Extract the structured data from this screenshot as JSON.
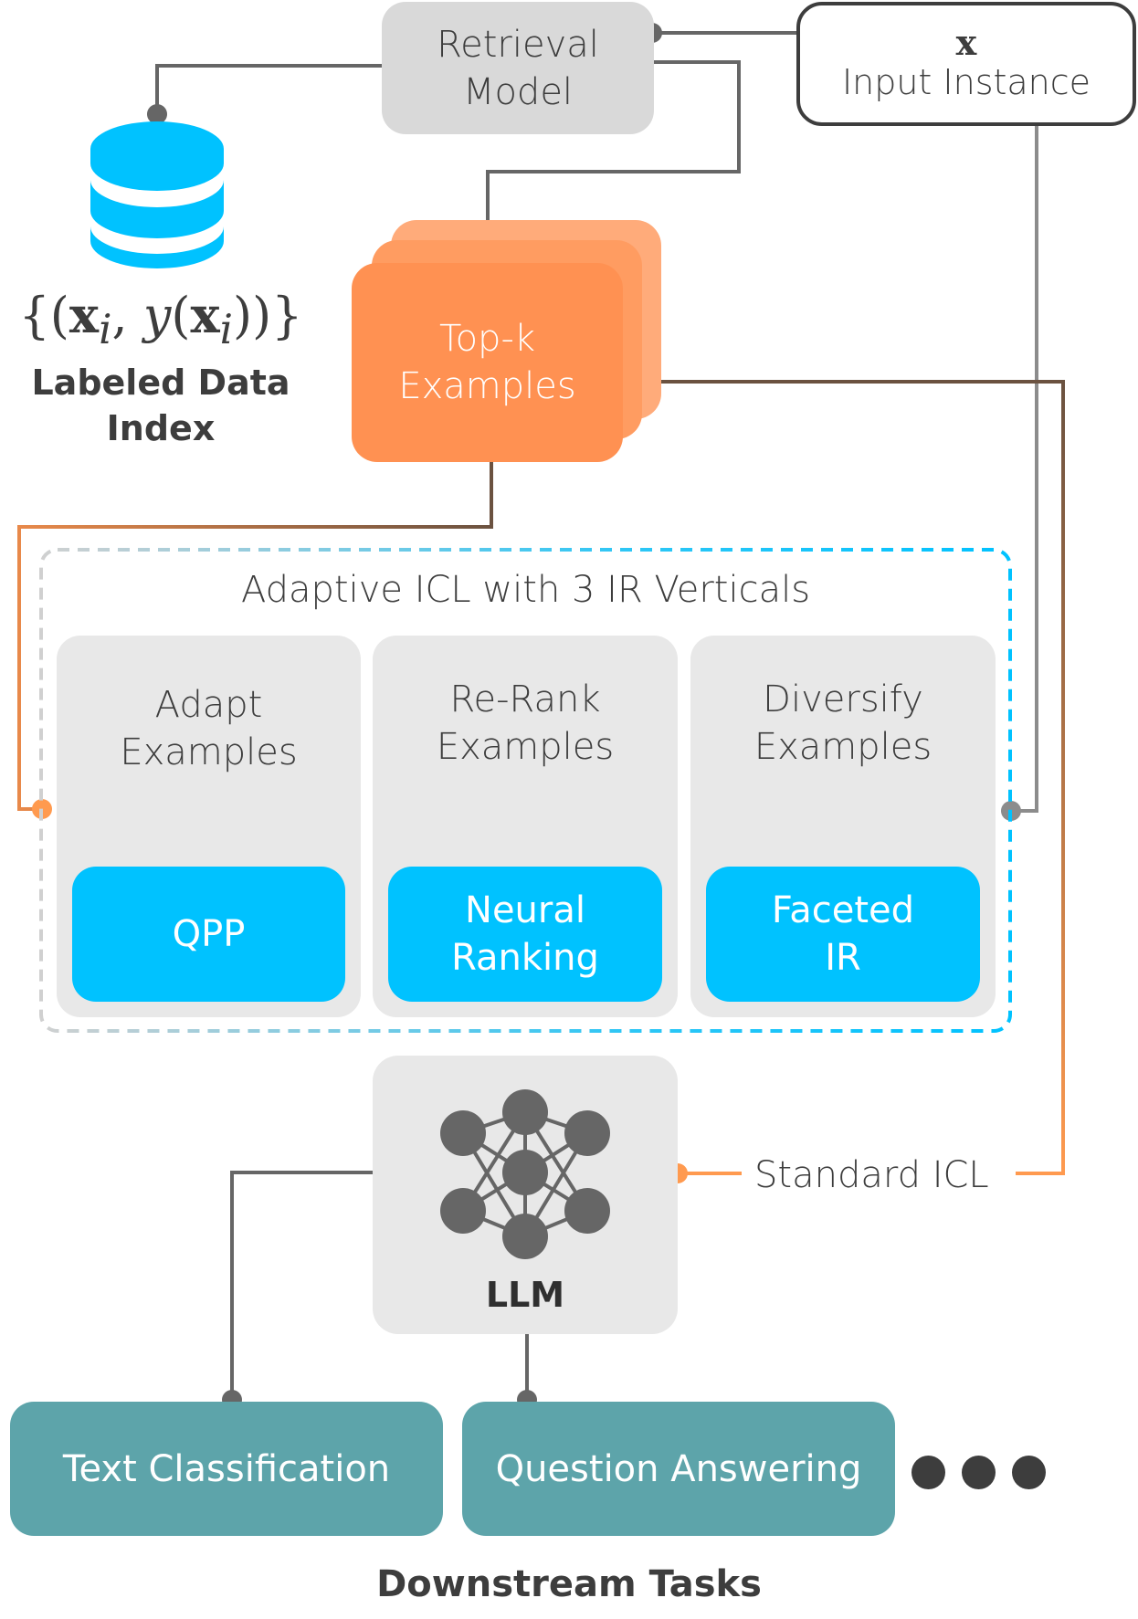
{
  "retrieval_model": {
    "line1": "Retrieval",
    "line2": "Model"
  },
  "input_instance": {
    "symbol": "x",
    "label": "Input Instance"
  },
  "labeled_data_index": {
    "set_notation": {
      "open": "{(",
      "x": "x",
      "sub": "i",
      "sep": ", ",
      "y": "y",
      "mid": "(",
      "x2": "x",
      "sub2": "i",
      "close": "))}"
    },
    "line1": "Labeled Data",
    "line2": "Index"
  },
  "topk": {
    "line1": "Top-k",
    "line2": "Examples"
  },
  "adaptive_group": {
    "title": "Adaptive ICL with 3 IR Verticals",
    "panels": [
      {
        "title1": "Adapt",
        "title2": "Examples",
        "chip1": "QPP",
        "chip2": ""
      },
      {
        "title1": "Re-Rank",
        "title2": "Examples",
        "chip1": "Neural",
        "chip2": "Ranking"
      },
      {
        "title1": "Diversify",
        "title2": "Examples",
        "chip1": "Faceted",
        "chip2": "IR"
      }
    ]
  },
  "llm": {
    "label": "LLM"
  },
  "standard_icl": "Standard ICL",
  "tasks": [
    "Text Classification",
    "Question Answering"
  ],
  "downstream_label": "Downstream Tasks",
  "colors": {
    "orange": "#ff9152",
    "cyan": "#00c2ff",
    "teal": "#5da4aa",
    "grey_box": "#d9d9d9",
    "panel_grey": "#e8e8e8",
    "wire_dark": "#666666",
    "wire_brown": "#6b5240"
  }
}
